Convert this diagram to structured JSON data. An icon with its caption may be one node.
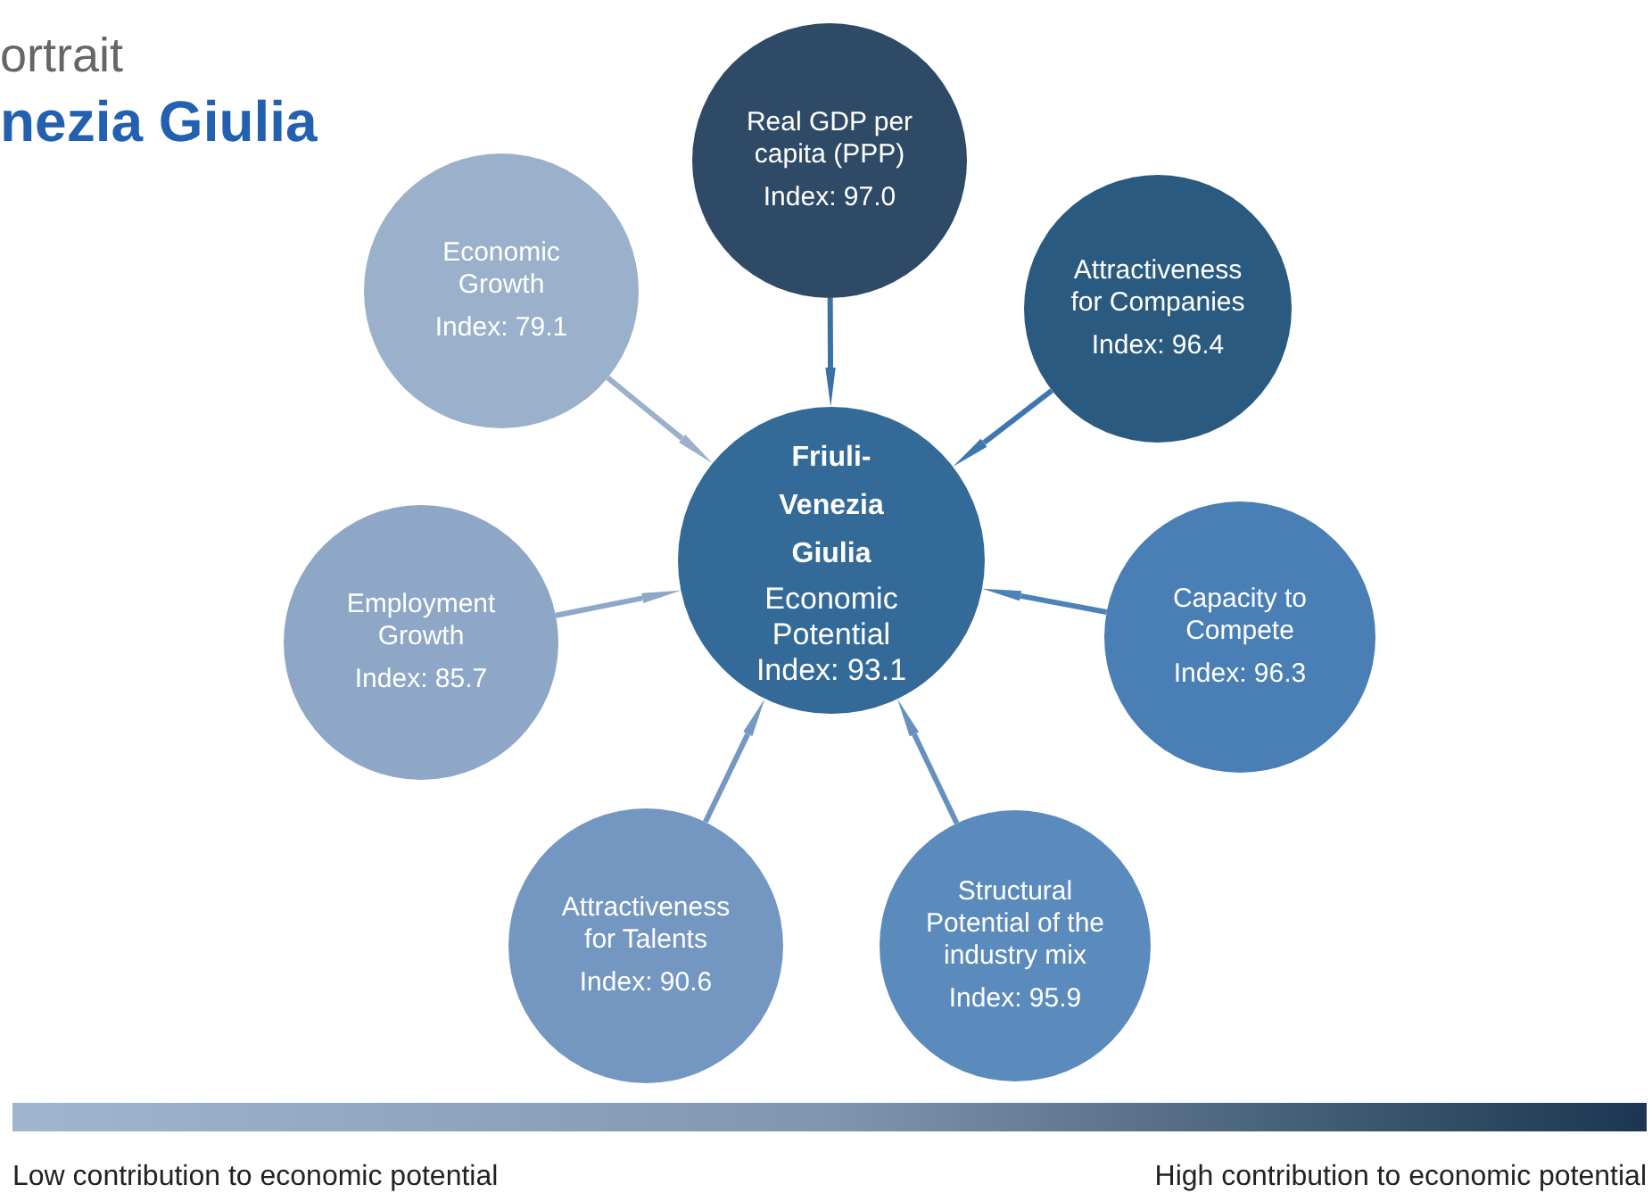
{
  "diagram": {
    "title": "nezia Giulia",
    "nodes": [
      {
        "text": [
          "Friuli-Venezia Giulia",
          "Economic Potential Index: 93.1"
        ]
      },
      {
        "text": [
          "Real GDP per capita (PPP)",
          "Index: 97.0"
        ]
      },
      {
        "text": [
          "Attractiveness for Companies",
          "Index: 96.4"
        ]
      },
      {
        "text": [
          "Capacity to Compete",
          "Index: 96.3"
        ]
      },
      {
        "text": [
          "Structural Potential of the industry mix",
          "Index: 95.9"
        ]
      },
      {
        "text": [
          "Attractiveness for Talents",
          "Index: 90.6"
        ]
      },
      {
        "text": [
          "Employment Growth",
          "Index: 85.7"
        ]
      },
      {
        "text": [
          "Economic Growth",
          "Index: 79.1"
        ]
      },
      {
        "text": [],
        "shape": "bar",
        "beside": [
          "Low contribution to economic potential",
          "High contribution to economic potential"
        ]
      }
    ],
    "edges": [
      {
        "from": 1,
        "to": 0,
        "arrow": "to",
        "color": "#3a72a5"
      },
      {
        "from": 2,
        "to": 0,
        "arrow": "to",
        "color": "#3d77ad"
      },
      {
        "from": 3,
        "to": 0,
        "arrow": "to",
        "color": "#4d82b8"
      },
      {
        "from": 4,
        "to": 0,
        "arrow": "to",
        "color": "#6590bf"
      },
      {
        "from": 5,
        "to": 0,
        "arrow": "to",
        "color": "#7598c2"
      },
      {
        "from": 6,
        "to": 0,
        "arrow": "to",
        "color": "#8ea8c8"
      },
      {
        "from": 7,
        "to": 0,
        "arrow": "to",
        "color": "#9bb0ca"
      }
    ],
    "labels": [
      "ortrait"
    ]
  }
}
